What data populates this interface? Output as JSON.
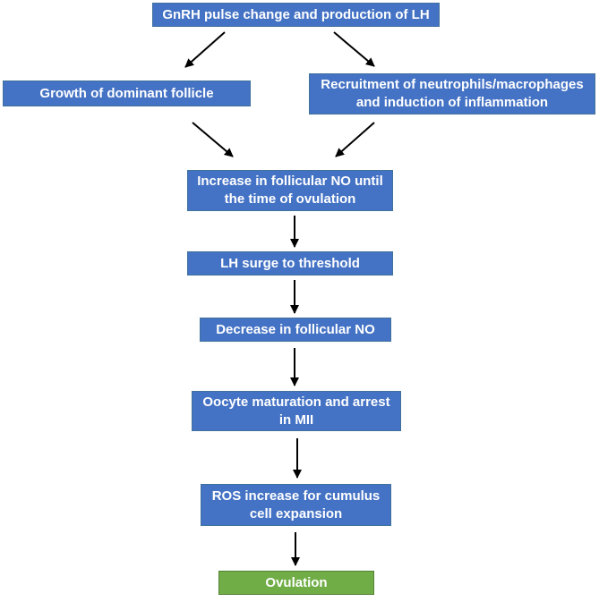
{
  "diagram": {
    "nodes": {
      "gnrh": "GnRH pulse change and production of LH",
      "growth": "Growth of dominant follicle",
      "recruitment": "Recruitment of neutrophils/macrophages\nand induction of inflammation",
      "increase_no": "Increase in follicular NO until\nthe time of ovulation",
      "lh_surge": "LH surge to threshold",
      "decrease_no": "Decrease in follicular NO",
      "oocyte": "Oocyte maturation and arrest\nin MII",
      "ros": "ROS increase for cumulus\ncell expansion",
      "ovulation": "Ovulation"
    },
    "colors": {
      "box": "#4472C4",
      "box_border": "#41719C",
      "final_box": "#70AD47",
      "text": "#FFFFFF",
      "arrow": "#000000"
    }
  }
}
